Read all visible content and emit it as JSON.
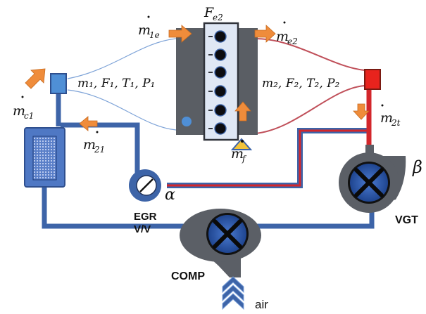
{
  "labels": {
    "fe2": "F",
    "fe2_sub": "e2",
    "m1e": "m",
    "m1e_sub": "1e",
    "me2": "m",
    "me2_sub": "e2",
    "mc1": "m",
    "mc1_sub": "c1",
    "m21": "m",
    "m21_sub": "21",
    "m2t": "m",
    "m2t_sub": "2t",
    "mf": "m",
    "mf_sub": "f",
    "intake_state": "m₁, F₁, T₁, P₁",
    "exhaust_state": "m₂, F₂, T₂, P₂",
    "alpha": "α",
    "beta": "β",
    "egr_line1": "EGR",
    "egr_line2": "V/V",
    "vgt": "VGT",
    "comp": "COMP",
    "air": "air"
  },
  "colors": {
    "pipe_blue": "#3d64a8",
    "pipe_red": "#d3262b",
    "intake_manifold": "#4f8fd6",
    "exhaust_manifold": "#e8231d",
    "engine_gray": "#5a5e64",
    "arrow_orange": "#ef8c3b",
    "turbo_gray": "#5b5f66",
    "wheel_blue": "#2e5aa8"
  }
}
